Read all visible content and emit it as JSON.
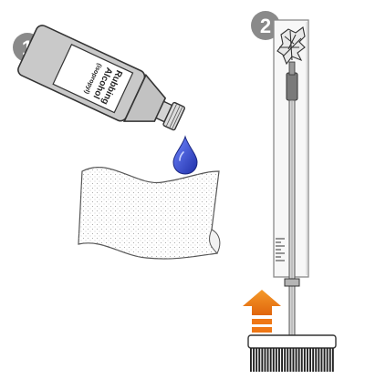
{
  "steps": [
    {
      "number": "1"
    },
    {
      "number": "2"
    }
  ],
  "bottle": {
    "label_lines": [
      "Rubbing",
      "Alcohol",
      "(isopropyl)"
    ]
  },
  "colors": {
    "step_badge": "#8a8a8a",
    "drop": "#2f45c8",
    "arrow": "#f07a12",
    "bottle_fill": "#c9c9c9",
    "outline": "#333333"
  },
  "icons": [
    "rubbing-alcohol-bottle-icon",
    "alcohol-drop-icon",
    "wipe-cloth-icon",
    "brush-in-sleeve-icon",
    "push-up-arrow-icon"
  ]
}
